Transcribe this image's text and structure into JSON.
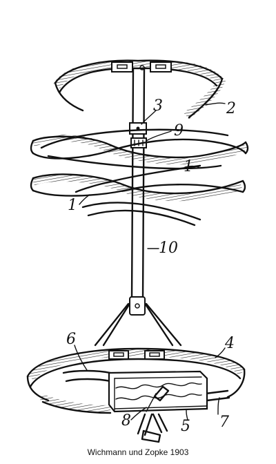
{
  "caption": "Wichmann und Zopke 1903",
  "labels": {
    "l2": "2",
    "l3": "3",
    "l9": "9",
    "l1a": "1",
    "l1b": "1",
    "l10": "10",
    "l6": "6",
    "l4": "4",
    "l7": "7",
    "l8": "8",
    "l5": "5"
  },
  "colors": {
    "ink": "#111111",
    "paper": "#ffffff"
  }
}
